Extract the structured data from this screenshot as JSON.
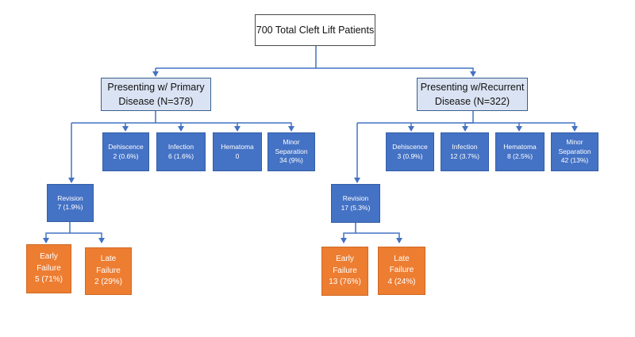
{
  "title": "700 Total Cleft Lift Patients",
  "primary": {
    "line1": "Presenting w/ Primary",
    "line2": "Disease (N=378)",
    "complications": [
      {
        "name": "Dehiscence",
        "value": "2 (0.6%)"
      },
      {
        "name": "Infection",
        "value": "6 (1.6%)"
      },
      {
        "name": "Hematoma",
        "value": "0"
      },
      {
        "name1": "Minor",
        "name2": "Separation",
        "value": "34 (9%)"
      }
    ],
    "revision": {
      "name": "Revision",
      "value": "7 (1.9%)"
    },
    "early": {
      "line1": "Early",
      "line2": "Failure",
      "value": "5 (71%)"
    },
    "late": {
      "line1": "Late",
      "line2": "Failure",
      "value": "2 (29%)"
    }
  },
  "recurrent": {
    "line1": "Presenting w/Recurrent",
    "line2": "Disease (N=322)",
    "complications": [
      {
        "name": "Dehiscence",
        "value": "3 (0.9%)"
      },
      {
        "name": "Infection",
        "value": "12 (3.7%)"
      },
      {
        "name": "Hematoma",
        "value": "8 (2.5%)"
      },
      {
        "name1": "Minor",
        "name2": "Separation",
        "value": "42 (13%)"
      }
    ],
    "revision": {
      "name": "Revision",
      "value": "17 (5.3%)"
    },
    "early": {
      "line1": "Early",
      "line2": "Failure",
      "value": "13 (76%)"
    },
    "late": {
      "line1": "Late",
      "line2": "Failure",
      "value": "4 (24%)"
    }
  },
  "colors": {
    "connector": "#4472c4",
    "complication_box": "#4472c4",
    "failure_box": "#ed7d31",
    "group_box": "#dae3f3"
  }
}
